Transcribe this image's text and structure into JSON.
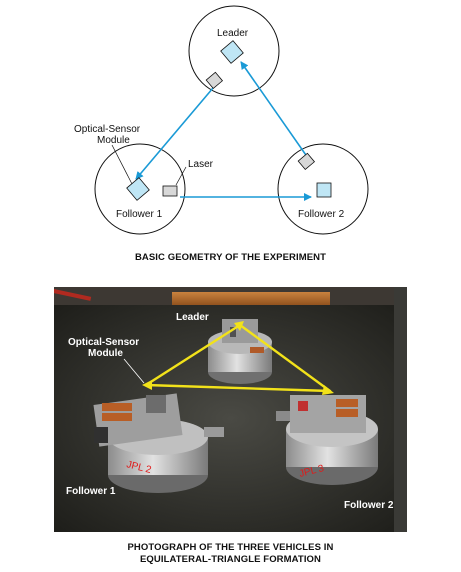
{
  "diagram": {
    "leader_label": "Leader",
    "optical_sensor_label_line1": "Optical-Sensor",
    "optical_sensor_label_line2": "Module",
    "laser_label": "Laser",
    "follower1_label": "Follower 1",
    "follower2_label": "Follower 2",
    "caption": "BASIC GEOMETRY OF THE EXPERIMENT",
    "arrow_color": "#1a9ad6",
    "box_fill_cyan": "#bfe6f5",
    "box_fill_gray": "#d8d8d8"
  },
  "photo": {
    "leader_label": "Leader",
    "optical_sensor_label_line1": "Optical-Sensor",
    "optical_sensor_label_line2": "Module",
    "follower1_label": "Follower 1",
    "follower2_label": "Follower 2",
    "jpl2_marking": "JPL 2",
    "jpl3_marking": "JPL 3",
    "caption_line1": "PHOTOGRAPH OF THE THREE VEHICLES IN",
    "caption_line2": "EQUILATERAL-TRIANGLE FORMATION",
    "triangle_color": "#f2e21a"
  }
}
